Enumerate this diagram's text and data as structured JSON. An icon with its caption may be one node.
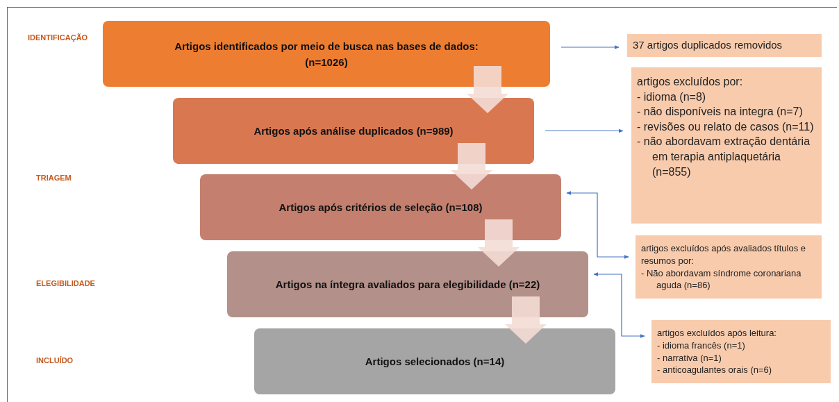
{
  "diagram": {
    "nodes": [
      {
        "text": [
          "Artigos identificados por meio de busca nas bases de dados:",
          "(n=1026)"
        ]
      },
      {
        "text": [
          "Artigos após análise duplicados (n=989)"
        ]
      },
      {
        "text": [
          "Artigos após critérios de seleção (n=108)"
        ]
      },
      {
        "text": [
          "Artigos na íntegra avaliados para elegibilidade (n=22)"
        ]
      },
      {
        "text": [
          "Artigos selecionados (n=14)"
        ]
      },
      {
        "text": [
          "37 artigos duplicados removidos"
        ]
      },
      {
        "text": [
          "artigos excluídos por:",
          "- idioma (n=8)",
          "- não disponíveis na integra (n=7)",
          "- revisões ou relato de casos (n=11)",
          "- não abordavam extração dentária em terapia antiplaquetária (n=855)"
        ]
      },
      {
        "text": [
          "artigos excluídos após avaliados títulos e resumos por:",
          "- Não abordavam síndrome coronariana aguda (n=86)"
        ]
      },
      {
        "text": [
          "artigos excluídos após leitura:",
          "- idioma francês (n=1)",
          "- narrativa (n=1)",
          "- anticoagulantes orais (n=6)"
        ]
      }
    ],
    "edges": [
      {
        "from": 0,
        "to": 1,
        "arrow": "to",
        "style": "thick",
        "color": "#f3dcd5"
      },
      {
        "from": 1,
        "to": 2,
        "arrow": "to",
        "style": "thick",
        "color": "#f3dcd5"
      },
      {
        "from": 2,
        "to": 3,
        "arrow": "to",
        "style": "thick",
        "color": "#f3dcd5"
      },
      {
        "from": 3,
        "to": 4,
        "arrow": "to",
        "style": "thick",
        "color": "#f3dcd5"
      },
      {
        "from": 0,
        "to": 5,
        "arrow": "to"
      },
      {
        "from": 1,
        "to": 6,
        "arrow": "to"
      },
      {
        "from": 2,
        "to": 7,
        "arrow": "both"
      },
      {
        "from": 3,
        "to": 8,
        "arrow": "both"
      }
    ],
    "labels": [
      "IDENTIFICAÇÃO",
      "TRIAGEM",
      "ELEGIBILIDADE",
      "INCLUÍDO"
    ]
  }
}
